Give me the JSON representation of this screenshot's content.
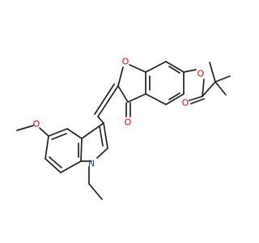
{
  "molecule": {
    "atoms": {
      "ring_oxygen": "O",
      "ester_oxygen": "O",
      "carbonyl_oxygen_ester": "O",
      "ketone_oxygen": "O",
      "methoxy_oxygen": "O",
      "indole_nitrogen": "N"
    }
  },
  "colors": {
    "bond": "#222222",
    "oxygen": "#e8000b",
    "nitrogen": "#1f3ad6",
    "background": "#ffffff"
  }
}
